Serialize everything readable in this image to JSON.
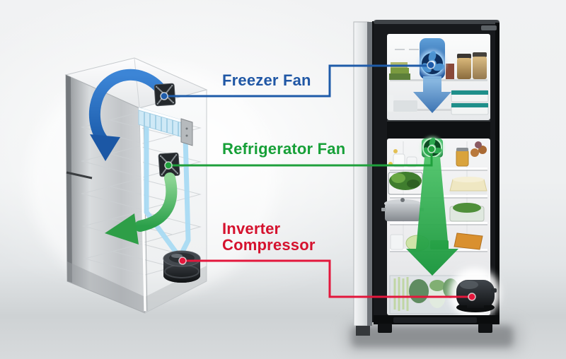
{
  "callouts": {
    "freezer_fan": {
      "label": "Freezer Fan",
      "color": "#2057a5"
    },
    "refrigerator_fan": {
      "label": "Refrigerator Fan",
      "color": "#17a038"
    },
    "inverter_compressor": {
      "line1": "Inverter",
      "line2": "Compressor",
      "color": "#d5122e"
    }
  },
  "accent_colors": {
    "connector_blue": "#1e5ba9",
    "connector_green": "#1fa03c",
    "connector_red": "#e3173c",
    "cold_air_arrow_blue": "#2a6fc4",
    "cool_air_arrow_green": "#3fae49"
  },
  "graphics": {
    "left_illustration_icons": [
      "freezer-fan-icon",
      "cold-air-arrow-icon",
      "evaporator-icon",
      "refrigerator-fan-icon",
      "cool-air-arrow-icon",
      "coolant-tube-icon",
      "compressor-icon"
    ],
    "right_photo_icons": [
      "freezer-fan-icon",
      "freezer-airflow-arrow-icon",
      "refrigerator-fan-icon",
      "refrigerator-airflow-arrow-icon",
      "compressor-icon"
    ]
  }
}
